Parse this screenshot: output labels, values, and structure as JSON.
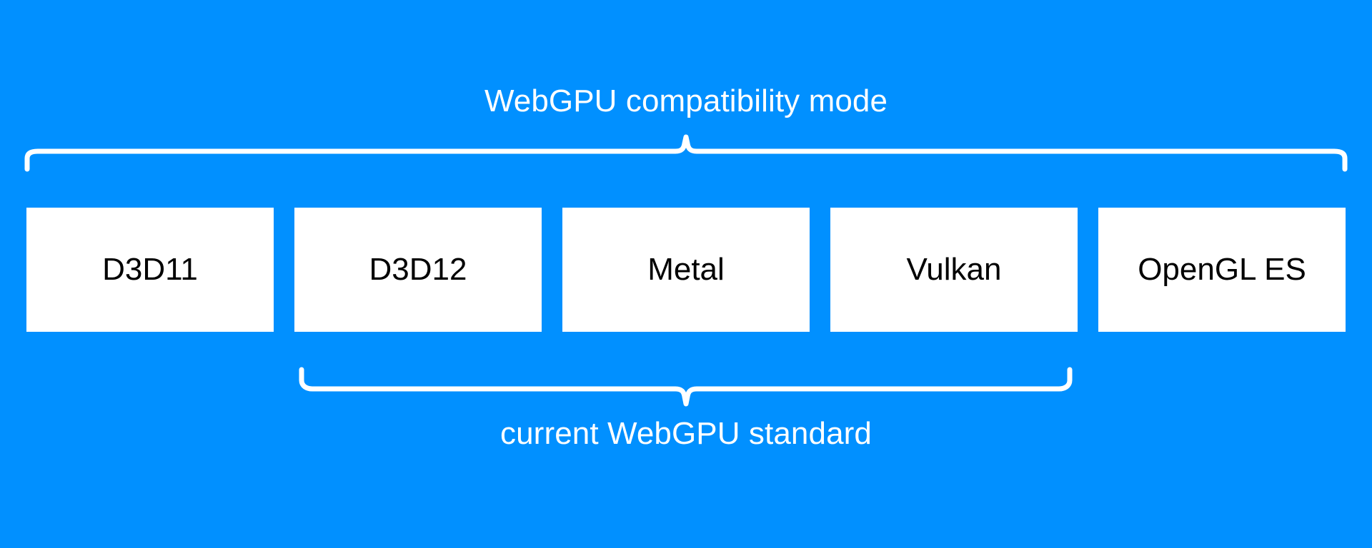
{
  "diagram": {
    "background_color": "#0190ff",
    "box_fill_color": "#ffffff",
    "box_text_color": "#000000",
    "label_text_color": "#ffffff",
    "top_label": "WebGPU compatibility mode",
    "bottom_label": "current WebGPU standard",
    "boxes": [
      {
        "label": "D3D11"
      },
      {
        "label": "D3D12"
      },
      {
        "label": "Metal"
      },
      {
        "label": "Vulkan"
      },
      {
        "label": "OpenGL ES"
      }
    ],
    "braces": [
      {
        "name": "top-brace",
        "direction": "up",
        "label": "WebGPU compatibility mode",
        "covers": [
          "D3D11",
          "D3D12",
          "Metal",
          "Vulkan",
          "OpenGL ES"
        ]
      },
      {
        "name": "bottom-brace",
        "direction": "down",
        "label": "current WebGPU standard",
        "covers": [
          "D3D12",
          "Metal",
          "Vulkan"
        ]
      }
    ]
  }
}
